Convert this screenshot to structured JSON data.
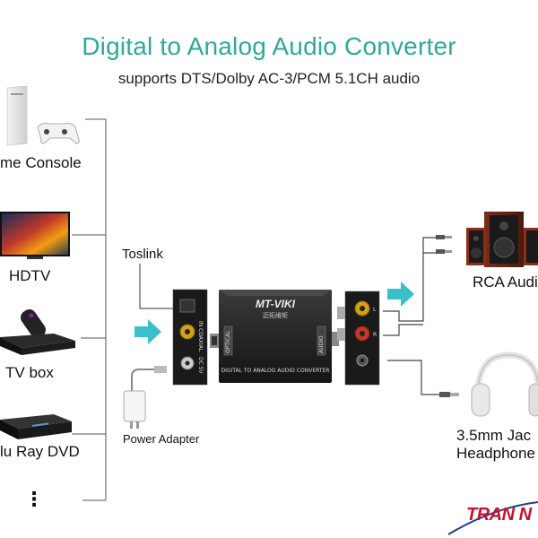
{
  "header": {
    "title": "Digital to Analog  Audio Converter",
    "subtitle": "supports DTS/Dolby AC-3/PCM 5.1CH audio"
  },
  "sources": [
    {
      "label": "me  Console",
      "icon": "game-console-icon"
    },
    {
      "label": "HDTV",
      "icon": "tv-icon"
    },
    {
      "label": "TV box",
      "icon": "tv-box-icon"
    },
    {
      "label": "lu Ray DVD",
      "icon": "dvd-player-icon"
    },
    {
      "label": "⋮",
      "icon": "more-icon"
    }
  ],
  "connections": {
    "toslink_label": "Toslink",
    "power_label": "Power Adapter"
  },
  "device": {
    "brand": "MT-VIKI",
    "brand_cn": "迈拓维矩",
    "caption": "DIGITAL TO ANALOG AUDIO CONVERTER",
    "port_in": "IN",
    "port_coaxial": "COAXIAL",
    "port_dc": "DC 5V",
    "left_badge": "OPTICAL",
    "right_badge": "AUDIO",
    "audio_l": "L",
    "audio_r": "R"
  },
  "outputs": [
    {
      "label": "RCA Audio",
      "icon": "speakers-icon"
    },
    {
      "label": "3.5mm Jac",
      "label2": "Headphone",
      "icon": "headphones-icon"
    }
  ],
  "watermark": "TRAN N",
  "colors": {
    "accent": "#2fa89a",
    "arrow": "#3bbfc9",
    "watermark": "#c8102e"
  }
}
